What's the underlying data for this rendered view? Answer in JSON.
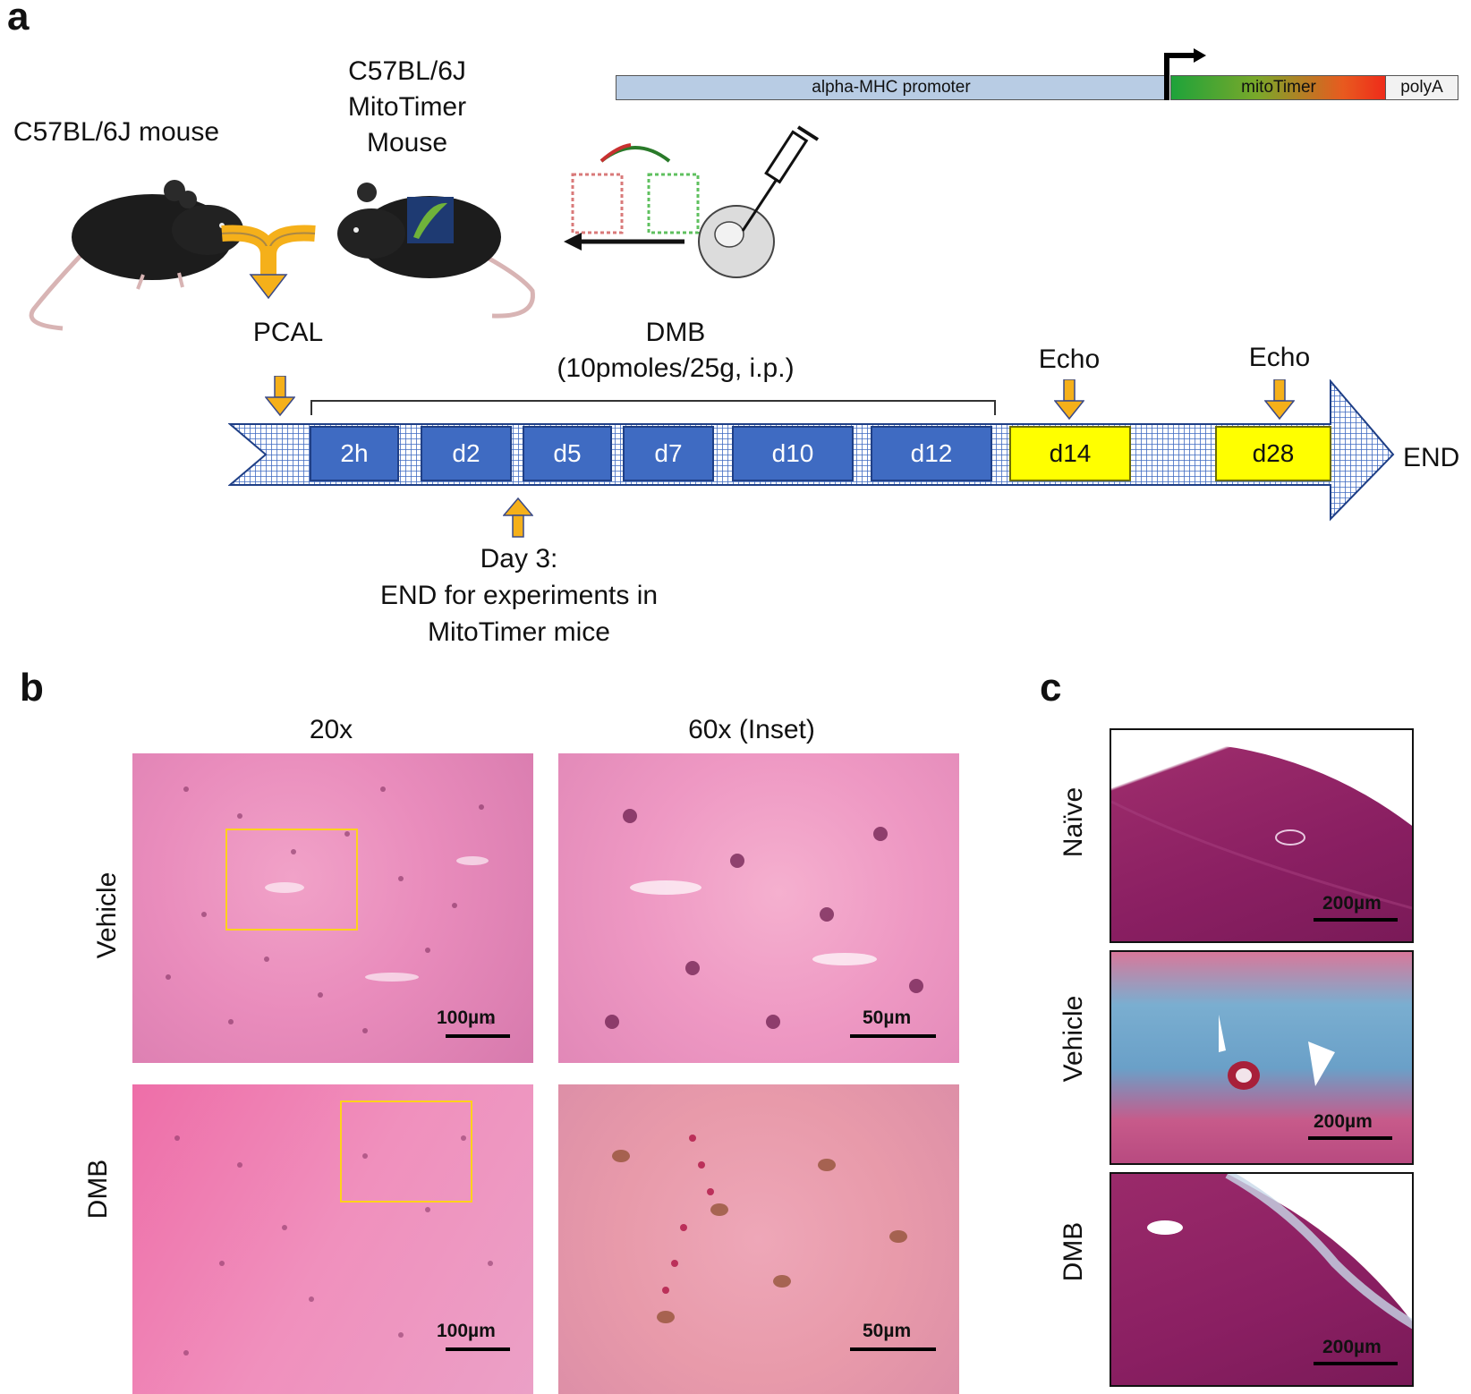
{
  "panels": {
    "a": "a",
    "b": "b",
    "c": "c"
  },
  "panel_a": {
    "wildtype_label": "C57BL/6J mouse",
    "mitotimer_label": [
      "C57BL/6J",
      "MitoTimer",
      "Mouse"
    ],
    "construct": {
      "promoter": "alpha-MHC promoter",
      "gene": "mitoTimer",
      "tail": "polyA"
    },
    "surgery_label": "PCAL",
    "treatment_label": [
      "DMB",
      "(10pmoles/25g, i.p.)"
    ],
    "echo_labels": [
      "Echo",
      "Echo"
    ],
    "timeline": [
      {
        "label": "2h",
        "color": "#3f6bc2"
      },
      {
        "label": "d2",
        "color": "#3f6bc2"
      },
      {
        "label": "d5",
        "color": "#3f6bc2"
      },
      {
        "label": "d7",
        "color": "#3f6bc2"
      },
      {
        "label": "d10",
        "color": "#3f6bc2"
      },
      {
        "label": "d12",
        "color": "#3f6bc2"
      },
      {
        "label": "d14",
        "color": "#ffff00"
      },
      {
        "label": "d28",
        "color": "#ffff00"
      }
    ],
    "end_label": "END",
    "day3_note": [
      "Day 3:",
      "END for experiments in",
      "MitoTimer mice"
    ],
    "colors": {
      "arrow": "#f5b01a",
      "timeline_blue": "#3f6bc2",
      "highlight": "#ffff00",
      "promoter": "#b8cce4"
    }
  },
  "panel_b": {
    "col_headers": [
      "20x",
      "60x (Inset)"
    ],
    "row_labels": [
      "Vehicle",
      "DMB"
    ],
    "scale_bars": {
      "low_mag": "100µm",
      "high_mag": "50µm"
    }
  },
  "panel_c": {
    "row_labels": [
      "Naïve",
      "Vehicle",
      "DMB"
    ],
    "scale_bar": "200µm"
  }
}
